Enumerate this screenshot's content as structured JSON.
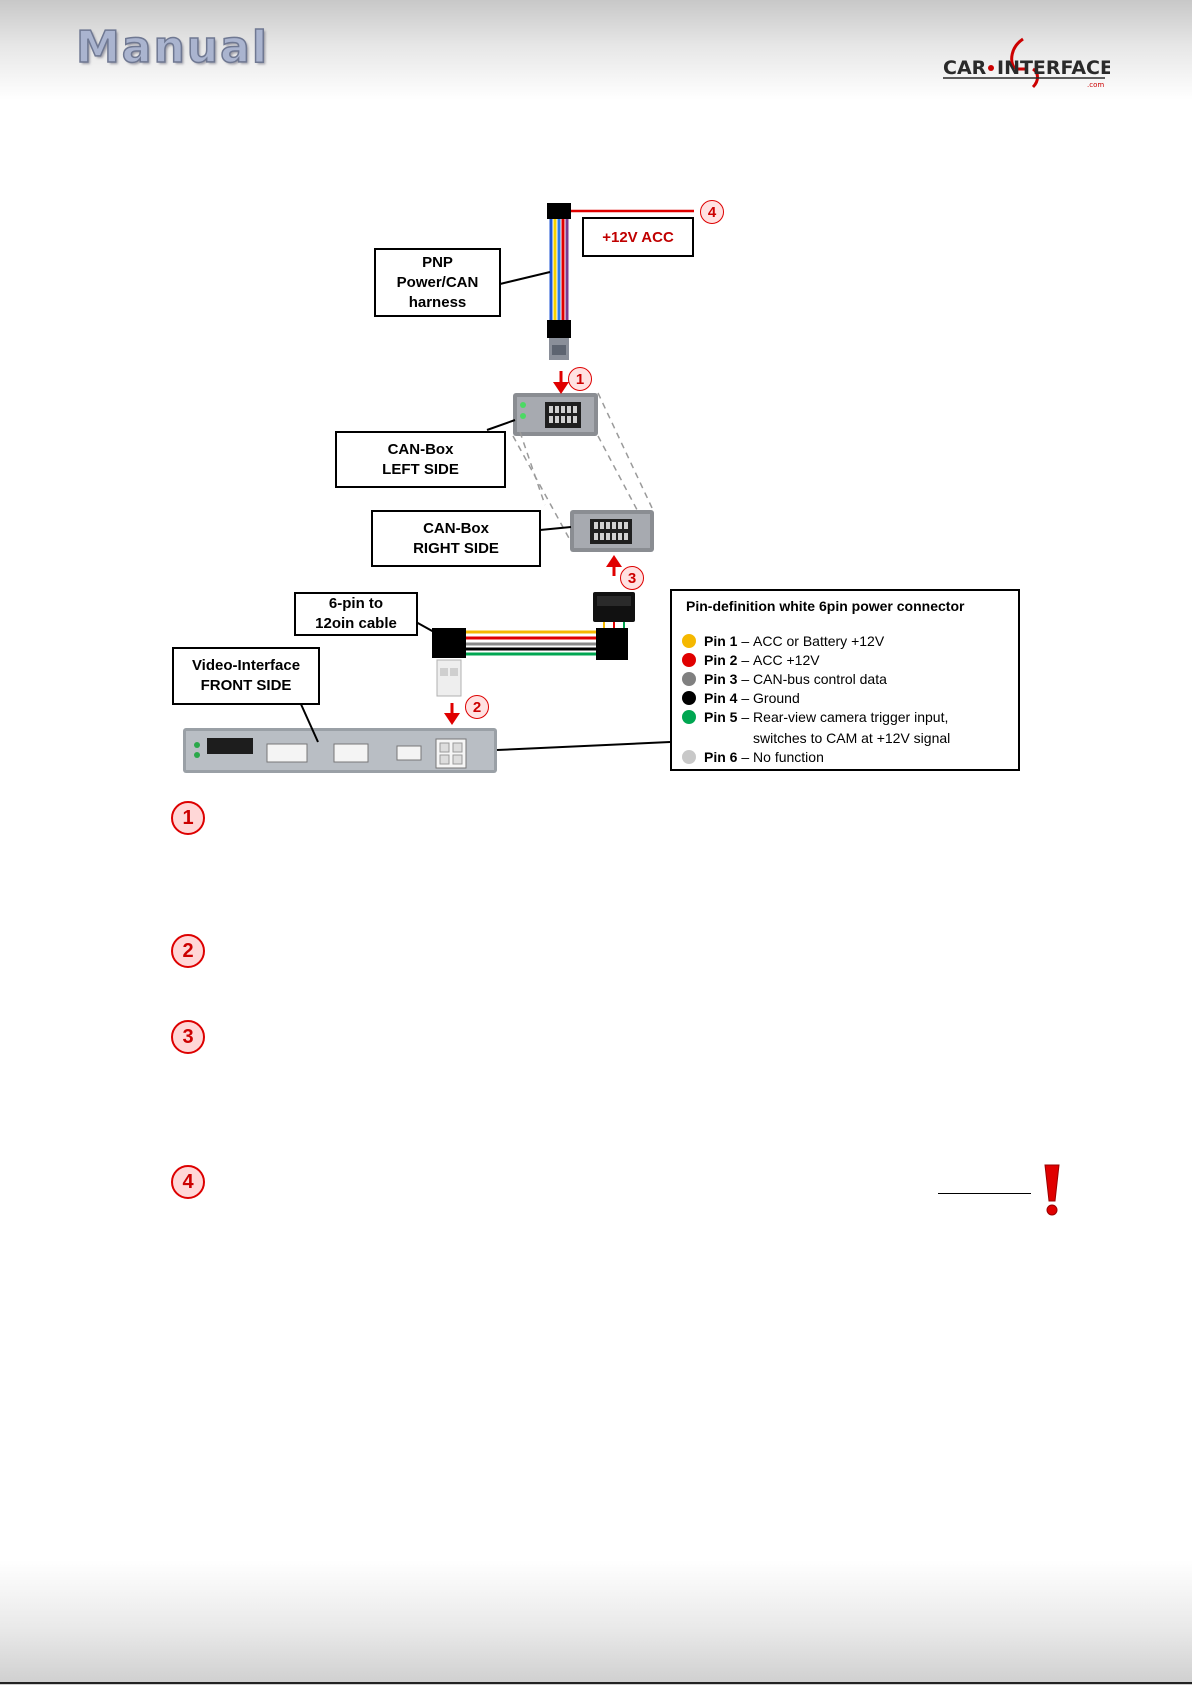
{
  "header": {
    "title": "Manual",
    "brand_logo_text": "CAR·INTERFACE.com"
  },
  "diagram": {
    "labels": {
      "pnp_harness": [
        "PNP",
        "Power/CAN",
        "harness"
      ],
      "acc": "+12V ACC",
      "canbox_left": [
        "CAN-Box",
        "LEFT SIDE"
      ],
      "canbox_right": [
        "CAN-Box",
        "RIGHT SIDE"
      ],
      "six_pin_cable": [
        "6-pin to",
        "12oin cable"
      ],
      "video_interface": [
        "Video-Interface",
        "FRONT SIDE"
      ]
    },
    "markers": [
      "1",
      "2",
      "3",
      "4"
    ]
  },
  "pin_definition": {
    "title": "Pin-definition white 6pin power connector",
    "pins": [
      {
        "name": "Pin 1",
        "separator": " – ",
        "desc": "ACC or Battery +12V",
        "color": "#f5b800"
      },
      {
        "name": "Pin 2",
        "separator": " – ",
        "desc": "ACC +12V",
        "color": "#e00000"
      },
      {
        "name": "Pin 3",
        "separator": " – ",
        "desc": "CAN-bus control data",
        "color": "#808080"
      },
      {
        "name": "Pin 4",
        "separator": " – ",
        "desc": "Ground",
        "color": "#000000"
      },
      {
        "name": "Pin 5",
        "separator": " – ",
        "desc": "Rear-view camera trigger input,",
        "color": "#00a651"
      },
      {
        "name": "Pin 6",
        "separator": " – ",
        "desc": "No function",
        "color": "#c8c8c8"
      }
    ],
    "pin5_continuation": "switches to CAM at +12V signal"
  },
  "steps": [
    "1",
    "2",
    "3",
    "4"
  ]
}
